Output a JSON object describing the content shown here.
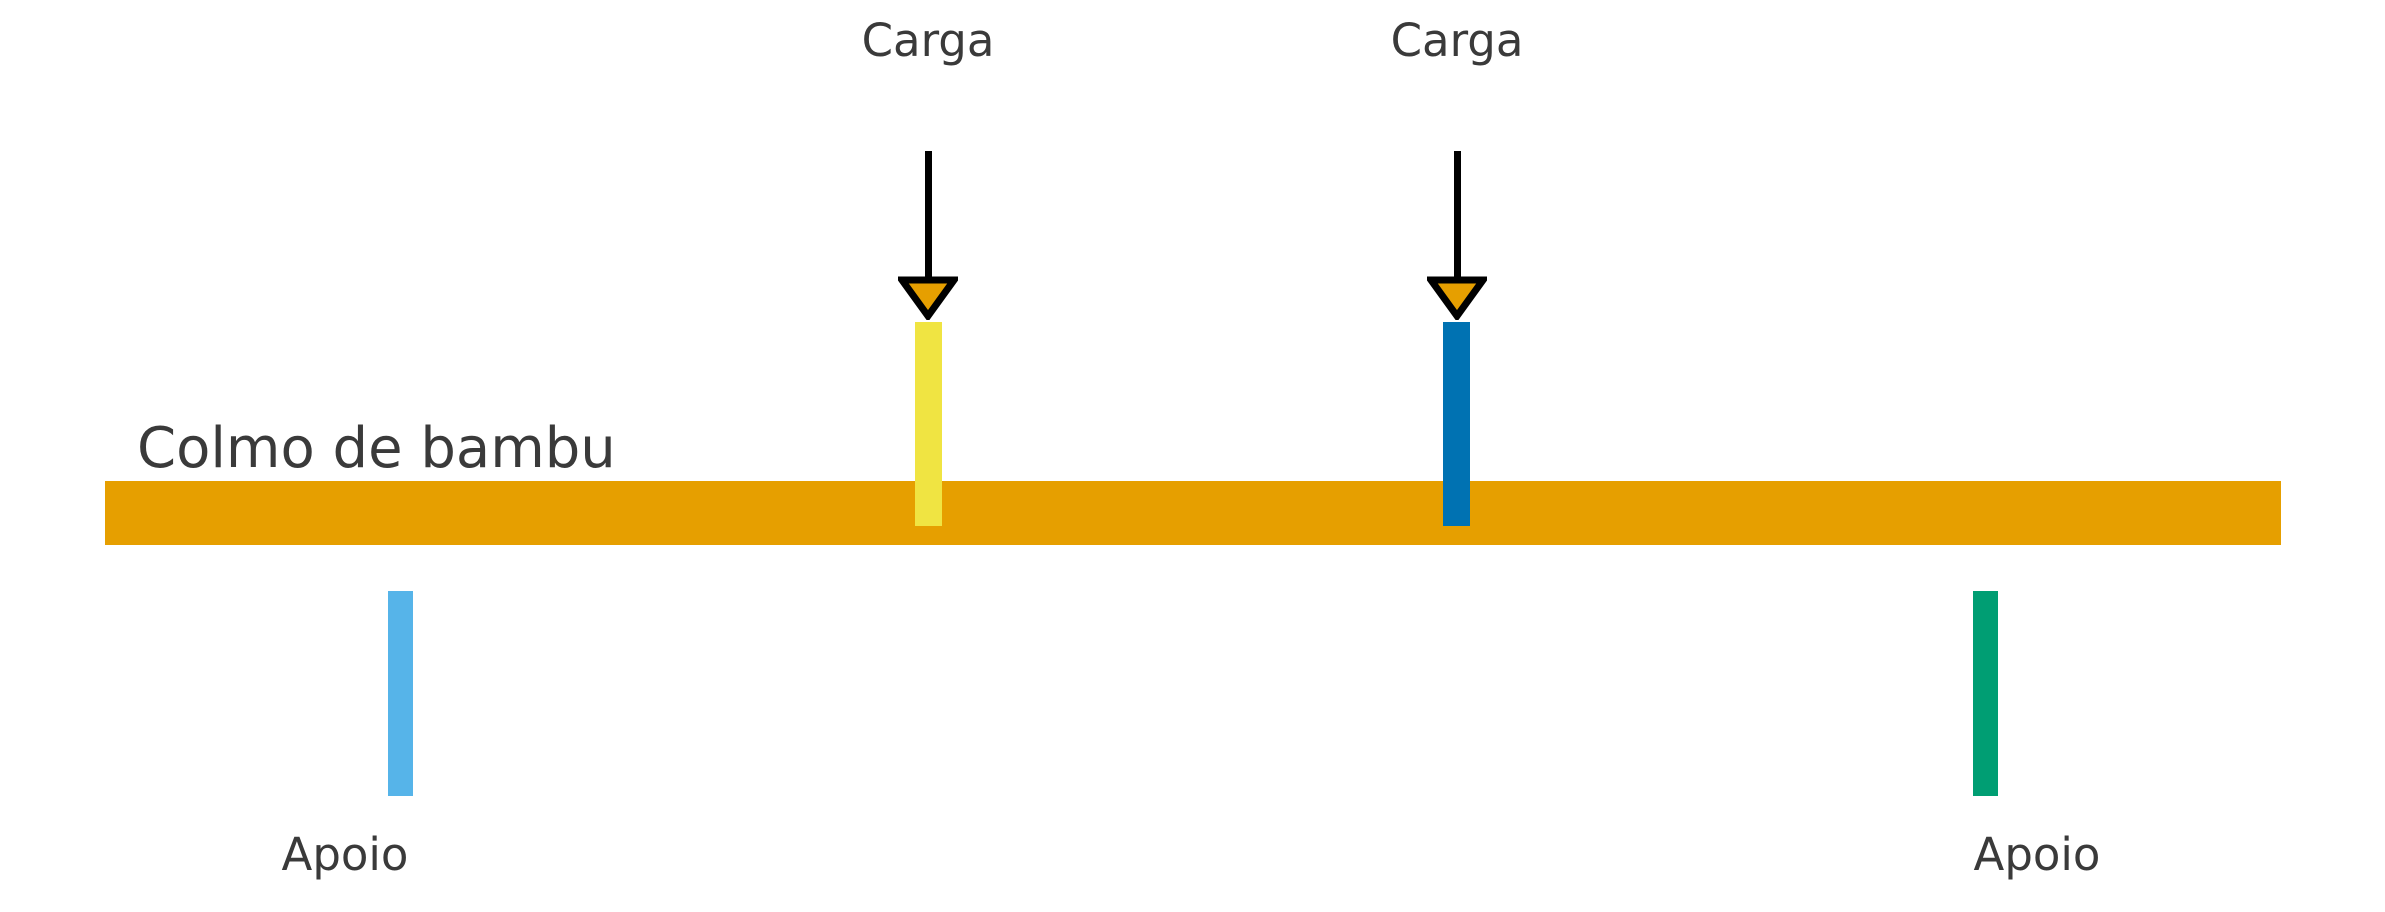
{
  "figure": {
    "background": "#FFFFFF",
    "text_color": "#3A3A3A",
    "beam": {
      "label": "Colmo de bambu",
      "color": "#E69F00"
    },
    "loads": [
      {
        "label": "Carga",
        "marker_color": "#F0E442",
        "arrow_color": "#000000",
        "arrowhead_fill": "#E69F00"
      },
      {
        "label": "Carga",
        "marker_color": "#0072B2",
        "arrow_color": "#000000",
        "arrowhead_fill": "#E69F00"
      }
    ],
    "supports": [
      {
        "label": "Apoio",
        "color": "#56B4E9"
      },
      {
        "label": "Apoio",
        "color": "#009E73"
      }
    ]
  }
}
